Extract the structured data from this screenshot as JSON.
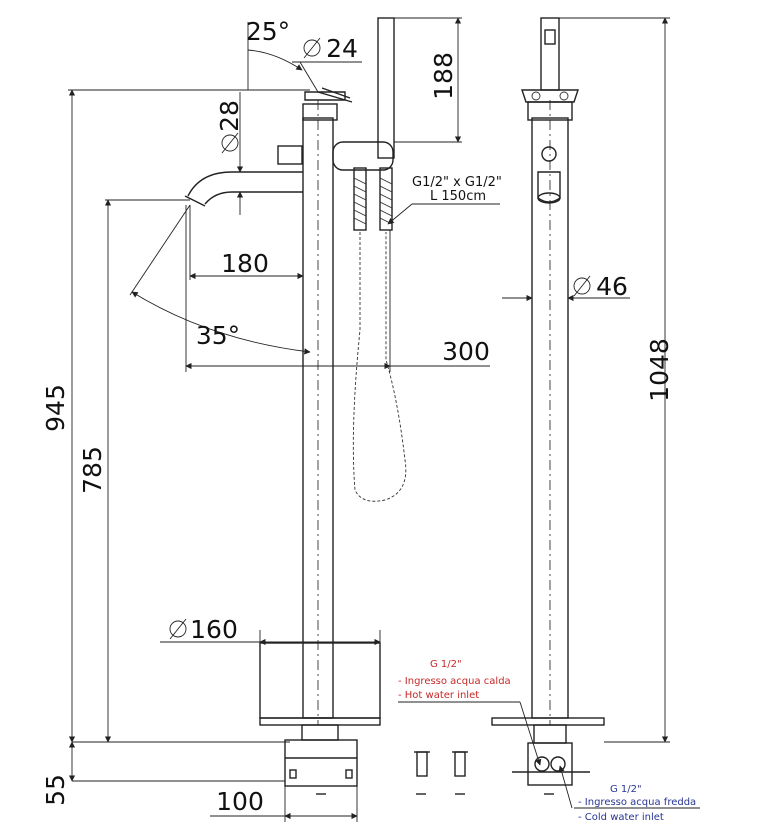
{
  "dimensions": {
    "angle_handle": "25°",
    "dia_handle": "24",
    "dia_spout_body": "28",
    "shower_height": "188",
    "spout_reach": "180",
    "angle_spout": "35°",
    "total_reach": "300",
    "height_spout": "945",
    "height_outlet": "785",
    "dia_base": "160",
    "base_height": "55",
    "base_width": "100",
    "dia_column": "46",
    "total_height": "1048"
  },
  "hose_note": {
    "line1": "G1/2\" x G1/2\"",
    "line2": "L 150cm"
  },
  "hot_inlet": {
    "thread": "G 1/2\"",
    "it": "- Ingresso acqua calda",
    "en": "- Hot water inlet"
  },
  "cold_inlet": {
    "thread": "G 1/2\"",
    "it": "- Ingresso acqua fredda",
    "en": "- Cold water inlet"
  },
  "colors": {
    "hot_note": "#c62828",
    "cold_note": "#283593",
    "line": "#222222"
  }
}
